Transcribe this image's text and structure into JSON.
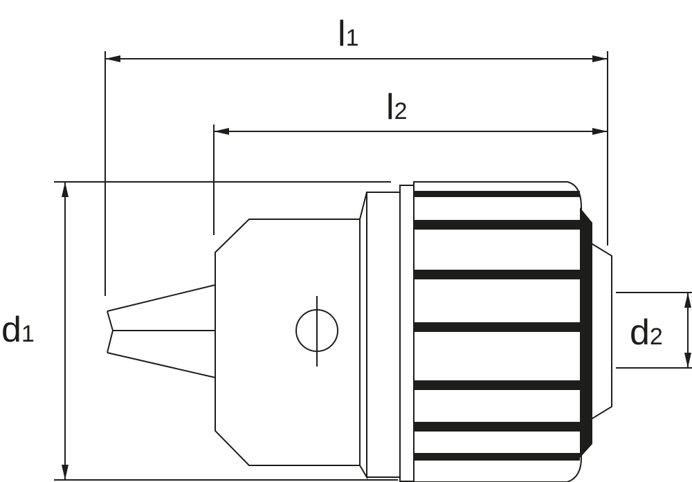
{
  "dimensions": {
    "l1": {
      "main": "l",
      "sub": "1"
    },
    "l2": {
      "main": "l",
      "sub": "2"
    },
    "d1": {
      "main": "d",
      "sub": "1"
    },
    "d2": {
      "main": "d",
      "sub": "2"
    }
  },
  "colors": {
    "line": "#1d1d1b",
    "background": "#ffffff"
  }
}
